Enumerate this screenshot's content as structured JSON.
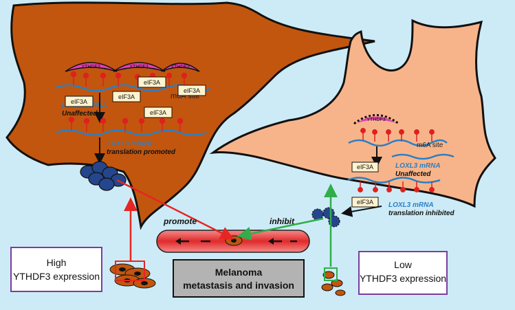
{
  "colors": {
    "background": "#cdebf6",
    "high_cell": "#c2560f",
    "low_cell": "#f7b48a",
    "ythdf3": "#e040b0",
    "mrna": "#2a7fc4",
    "m6a": "#e0201e",
    "eif3a_fill": "#fff3cf",
    "protein": "#25468c",
    "promote_line": "#e52622",
    "inhibit_line": "#2fae4a",
    "vessel": "#e53030",
    "box_border": "#7a3ca0"
  },
  "high_cell": {
    "ythdf3_labels": [
      "YTHDF3",
      "YTHDF3",
      "YTHDF3"
    ],
    "m6a_label": "m6A site",
    "mrna_label": "LOXL3 mRNA",
    "unaffected_label": "Unaffected",
    "eif3a_labels": [
      "eIF3A",
      "eIF3A",
      "eIF3A",
      "eIF3A",
      "eIF3A"
    ],
    "translation_mrna_label": "LOXL3 mRNA",
    "translation_label": "translation promoted"
  },
  "low_cell": {
    "ythdf3_label": "YTHDF3",
    "m6a_label": "m6A site",
    "mrna_label": "LOXL3 mRNA",
    "unaffected_label": "Unaffected",
    "eif3a_labels": [
      "eIF3A",
      "eIF3A"
    ],
    "translation_mrna_label": "LOXL3 mRNA",
    "translation_label": "translation inhibited"
  },
  "center": {
    "promote_label": "promote",
    "inhibit_label": "inhibit",
    "outcome_line1": "Melanoma",
    "outcome_line2": "metastasis and invasion"
  },
  "left_box": {
    "line1": "High",
    "line2": "YTHDF3 expression"
  },
  "right_box": {
    "line1": "Low",
    "line2": "YTHDF3 expression"
  }
}
